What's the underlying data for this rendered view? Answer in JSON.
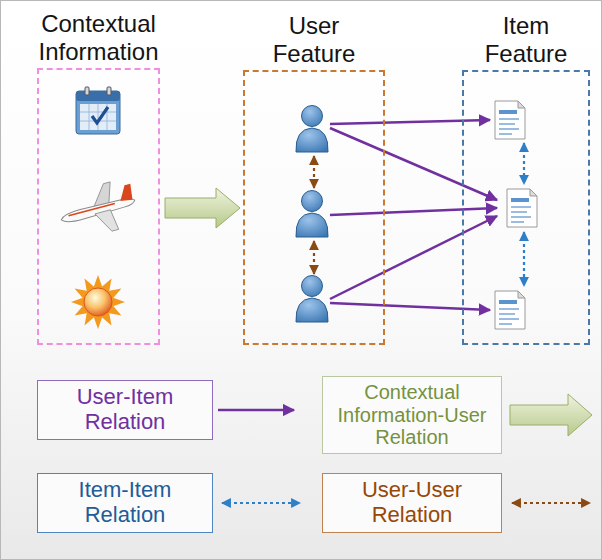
{
  "diagram": {
    "nodes": [
      {
        "text": [
          "Contextual Information"
        ]
      },
      {
        "text": [
          "User Feature"
        ]
      },
      {
        "text": [
          "Item Feature"
        ]
      }
    ],
    "edges": [
      {
        "from": 0,
        "to": 1,
        "arrow": "to"
      }
    ],
    "legend": [
      {
        "text": "User-Item Relation"
      },
      {
        "text": "Contextual Information-User Relation"
      },
      {
        "text": "Item-Item Relation"
      },
      {
        "text": "User-User Relation"
      }
    ]
  }
}
